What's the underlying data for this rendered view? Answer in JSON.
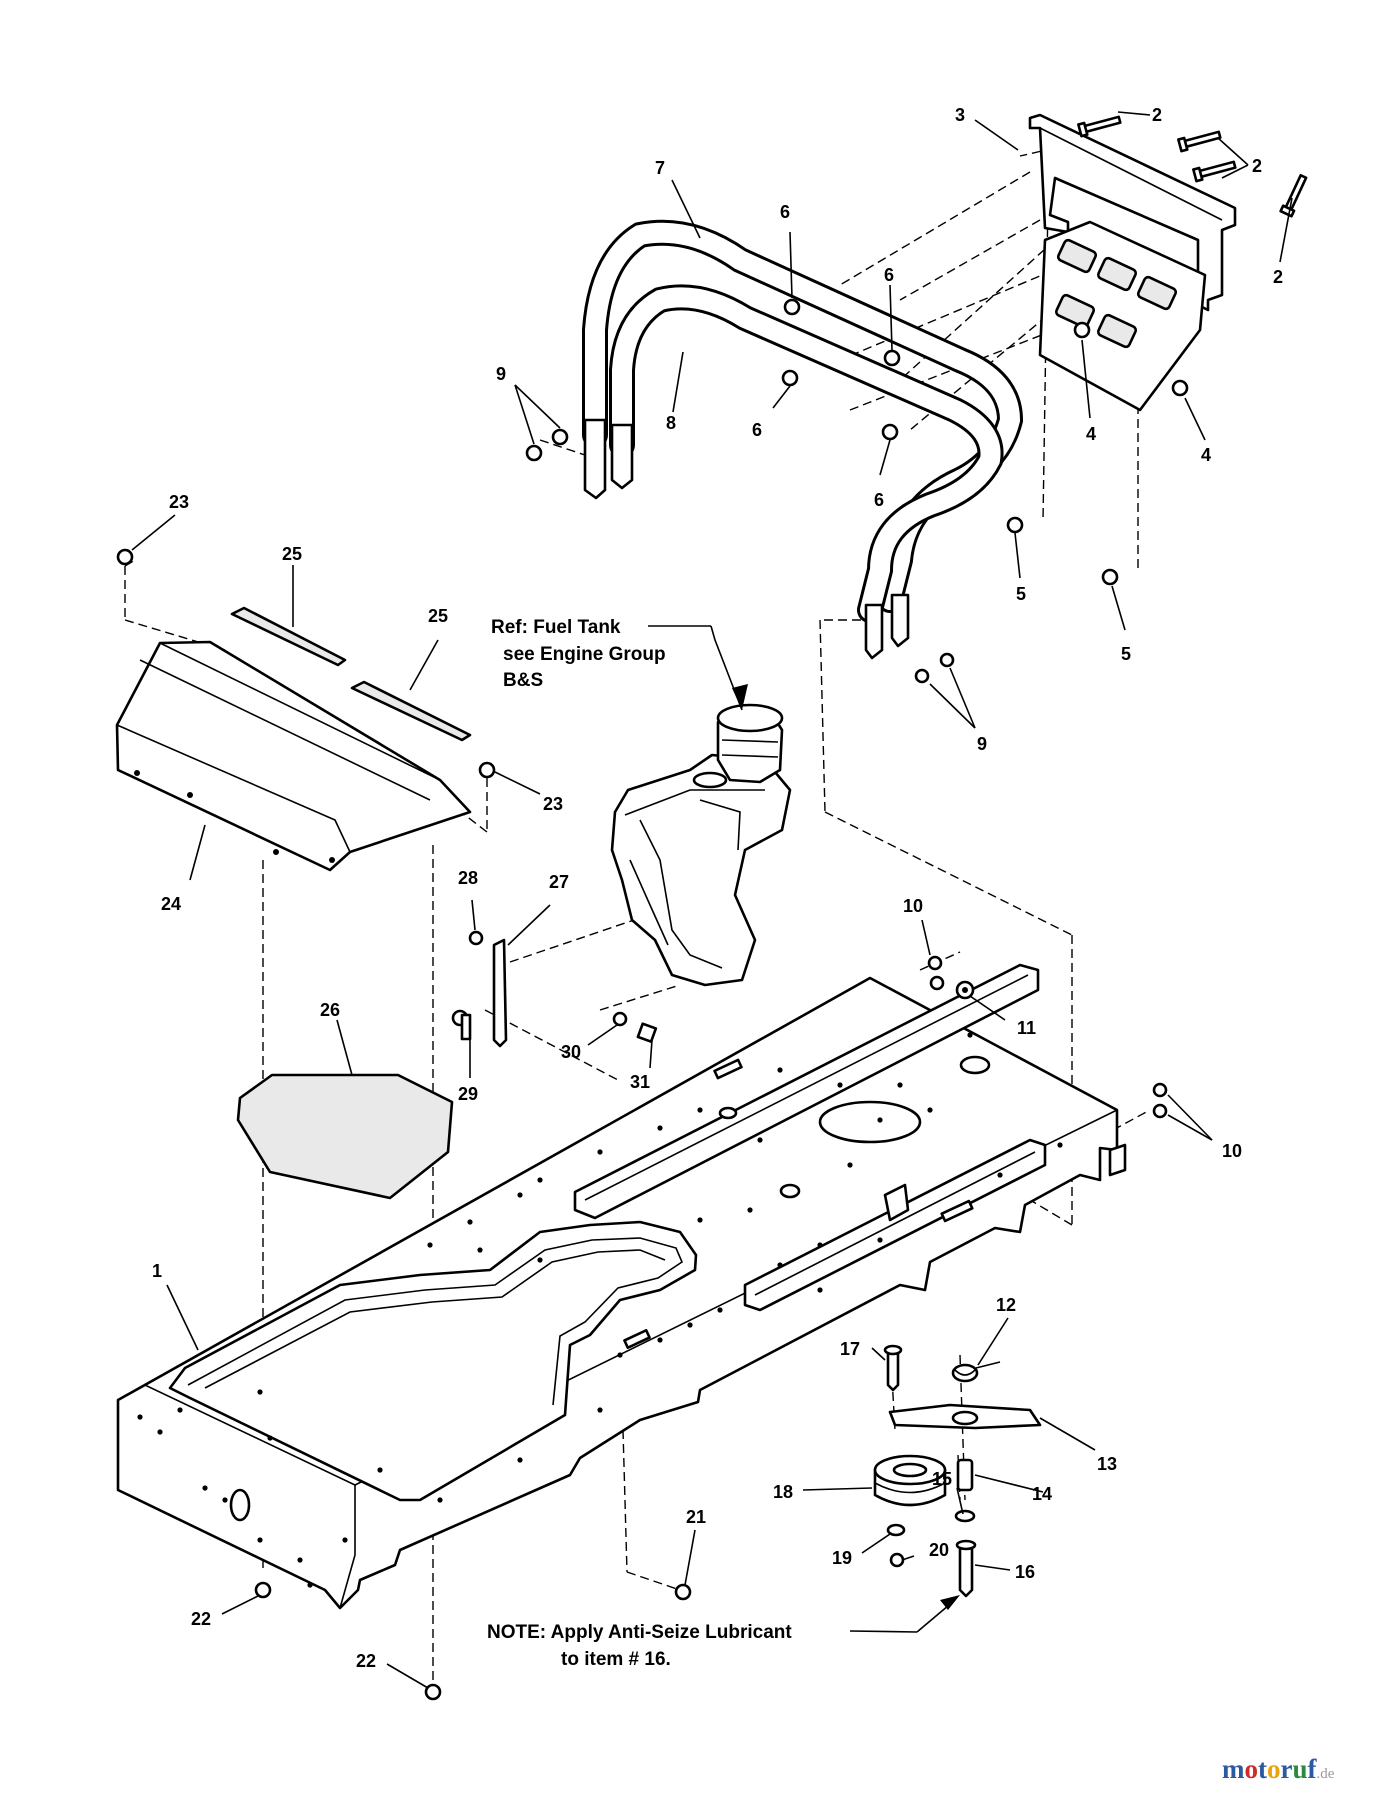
{
  "diagram": {
    "callouts": [
      {
        "id": "c2a",
        "label": "2"
      },
      {
        "id": "c2b",
        "label": "2"
      },
      {
        "id": "c2c",
        "label": "2"
      },
      {
        "id": "c3",
        "label": "3"
      },
      {
        "id": "c7",
        "label": "7"
      },
      {
        "id": "c6a",
        "label": "6"
      },
      {
        "id": "c6b",
        "label": "6"
      },
      {
        "id": "c6c",
        "label": "6"
      },
      {
        "id": "c6d",
        "label": "6"
      },
      {
        "id": "c9a",
        "label": "9"
      },
      {
        "id": "c8",
        "label": "8"
      },
      {
        "id": "c4a",
        "label": "4"
      },
      {
        "id": "c4b",
        "label": "4"
      },
      {
        "id": "c5a",
        "label": "5"
      },
      {
        "id": "c5b",
        "label": "5"
      },
      {
        "id": "c9b",
        "label": "9"
      },
      {
        "id": "c23a",
        "label": "23"
      },
      {
        "id": "c25a",
        "label": "25"
      },
      {
        "id": "c25b",
        "label": "25"
      },
      {
        "id": "c23b",
        "label": "23"
      },
      {
        "id": "c24",
        "label": "24"
      },
      {
        "id": "c28",
        "label": "28"
      },
      {
        "id": "c27",
        "label": "27"
      },
      {
        "id": "c10a",
        "label": "10"
      },
      {
        "id": "c11",
        "label": "11"
      },
      {
        "id": "c10b",
        "label": "10"
      },
      {
        "id": "c26",
        "label": "26"
      },
      {
        "id": "c29",
        "label": "29"
      },
      {
        "id": "c30",
        "label": "30"
      },
      {
        "id": "c31",
        "label": "31"
      },
      {
        "id": "c1",
        "label": "1"
      },
      {
        "id": "c12",
        "label": "12"
      },
      {
        "id": "c17",
        "label": "17"
      },
      {
        "id": "c13",
        "label": "13"
      },
      {
        "id": "c18",
        "label": "18"
      },
      {
        "id": "c15",
        "label": "15"
      },
      {
        "id": "c14",
        "label": "14"
      },
      {
        "id": "c21",
        "label": "21"
      },
      {
        "id": "c19",
        "label": "19"
      },
      {
        "id": "c20",
        "label": "20"
      },
      {
        "id": "c16",
        "label": "16"
      },
      {
        "id": "c22a",
        "label": "22"
      },
      {
        "id": "c22b",
        "label": "22"
      }
    ],
    "fuel_tank_ref": {
      "line1": "Ref: Fuel Tank",
      "line2": "see Engine Group",
      "line3": "B&S"
    },
    "note": {
      "line1": "NOTE: Apply Anti-Seize Lubricant",
      "line2": "to item # 16."
    }
  },
  "watermark": {
    "letters": [
      "m",
      "o",
      "t",
      "o",
      "r",
      "u",
      "f"
    ],
    "letter_colors": [
      "#2c5aa0",
      "#d12a2a",
      "#2c5aa0",
      "#e7a413",
      "#2c5aa0",
      "#2b8a3e",
      "#2c5aa0"
    ],
    "suffix": ".de"
  }
}
